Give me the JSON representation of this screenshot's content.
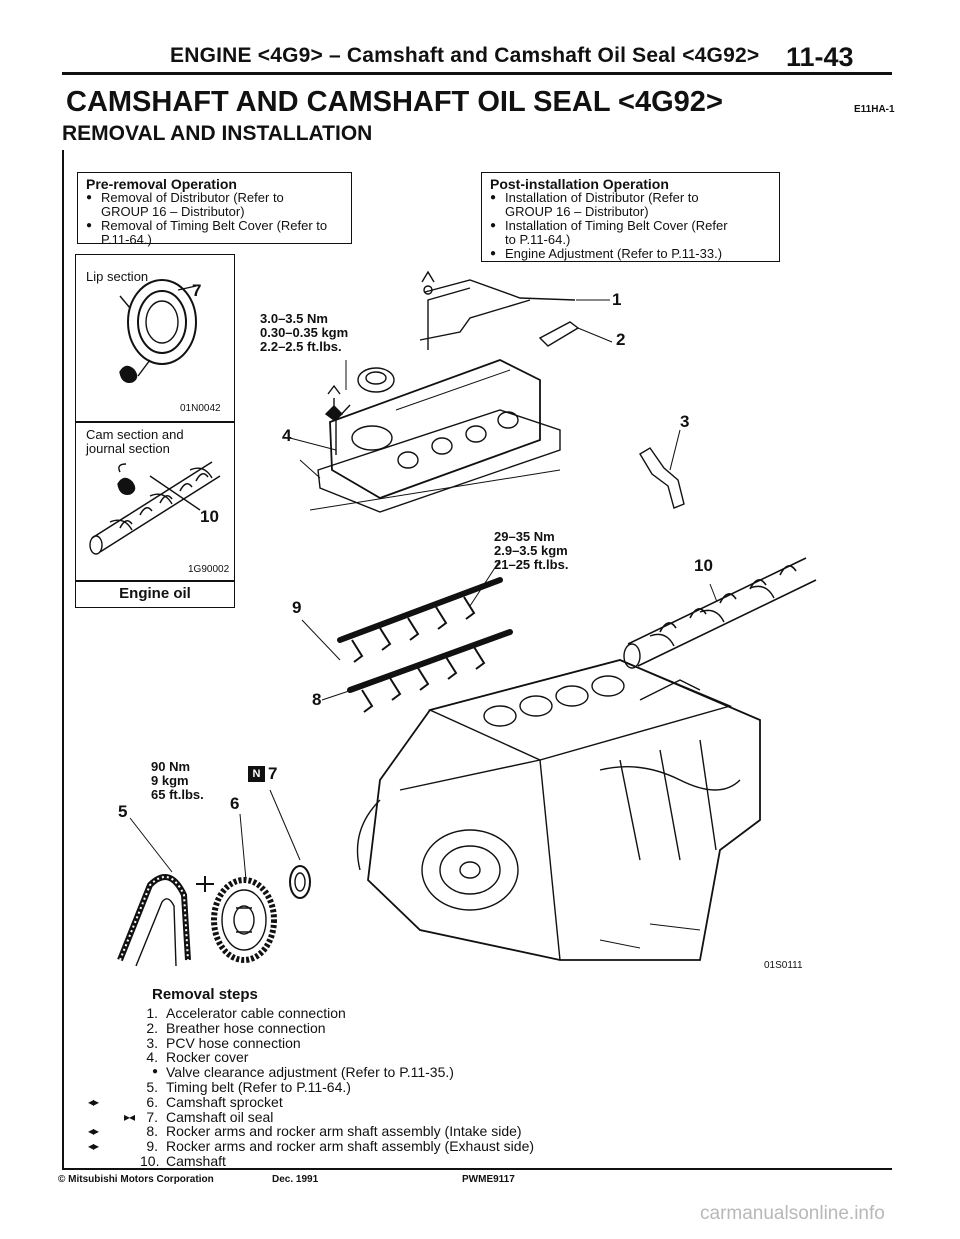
{
  "header": {
    "title": "ENGINE <4G9> – Camshaft and Camshaft Oil Seal <4G92>",
    "page": "11-43",
    "section_title": "CAMSHAFT AND CAMSHAFT OIL SEAL <4G92>",
    "section_code": "E11HA-1",
    "subtitle": "REMOVAL AND INSTALLATION"
  },
  "pre_removal": {
    "title": "Pre-removal Operation",
    "items": [
      {
        "line1": "Removal of Distributor (Refer to",
        "line2": "GROUP 16 – Distributor)"
      },
      {
        "line1": "Removal of Timing Belt Cover (Refer to",
        "line2": "P.11-64.)"
      }
    ]
  },
  "post_installation": {
    "title": "Post-installation Operation",
    "items": [
      {
        "line1": "Installation of Distributor (Refer to",
        "line2": "GROUP 16 – Distributor)"
      },
      {
        "line1": "Installation of Timing Belt Cover (Refer",
        "line2": "to P.11-64.)"
      },
      {
        "line1": "Engine Adjustment (Refer to P.11-33.)",
        "line2": ""
      }
    ]
  },
  "inset": {
    "lip_label": "Lip section",
    "lip_code": "01N0042",
    "cam_label_1": "Cam section and",
    "cam_label_2": "journal section",
    "cam_code": "1G90002",
    "engine_oil": "Engine oil",
    "callout_7": "7",
    "callout_10": "10"
  },
  "diagram": {
    "torque_a": [
      "3.0–3.5 Nm",
      "0.30–0.35 kgm",
      "2.2–2.5 ft.lbs."
    ],
    "torque_b": [
      "29–35 Nm",
      "2.9–3.5 kgm",
      "21–25 ft.lbs."
    ],
    "torque_c": [
      "90 Nm",
      "9 kgm",
      "65 ft.lbs."
    ],
    "callouts": {
      "c1": "1",
      "c2": "2",
      "c3": "3",
      "c4": "4",
      "c5": "5",
      "c6": "6",
      "c7": "7",
      "c8": "8",
      "c9": "9",
      "c10": "10"
    },
    "n_mark": "N",
    "figure_code": "01S0111"
  },
  "removal_steps": {
    "title": "Removal steps",
    "steps": [
      {
        "num": "1.",
        "text": "Accelerator cable connection",
        "mark": ""
      },
      {
        "num": "2.",
        "text": "Breather hose connection",
        "mark": ""
      },
      {
        "num": "3.",
        "text": "PCV hose connection",
        "mark": ""
      },
      {
        "num": "4.",
        "text": "Rocker cover",
        "mark": ""
      },
      {
        "num": "",
        "text": "Valve clearance adjustment (Refer to P.11-35.)",
        "mark": ""
      },
      {
        "num": "5.",
        "text": "Timing belt (Refer to P.11-64.)",
        "mark": ""
      },
      {
        "num": "6.",
        "text": "Camshaft sprocket",
        "mark": "◂▸"
      },
      {
        "num": "7.",
        "text": "Camshaft oil seal",
        "mark": "▸◂"
      },
      {
        "num": "8.",
        "text": "Rocker arms and rocker arm shaft assembly (Intake side)",
        "mark": "◂▸"
      },
      {
        "num": "9.",
        "text": "Rocker arms and rocker arm shaft assembly (Exhaust side)",
        "mark": "◂▸"
      },
      {
        "num": "10.",
        "text": "Camshaft",
        "mark": ""
      }
    ]
  },
  "footer": {
    "copyright": "© Mitsubishi Motors Corporation",
    "date": "Dec. 1991",
    "code": "PWME9117",
    "watermark": "carmanualsonline.info"
  }
}
